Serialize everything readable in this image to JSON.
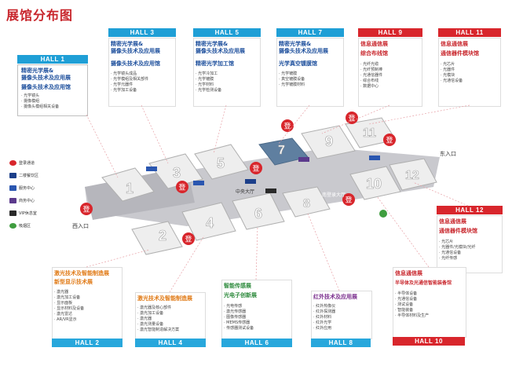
{
  "title": "展馆分布图",
  "halls": {
    "h1": {
      "tab": "HALL 1",
      "heading1": "精密光学展&",
      "heading2": "摄像头技术及应用展",
      "heading3": "摄像头技术及应用馆",
      "items": [
        "· 光学镜头",
        "· 摄像模组",
        "· 摄像头模组相关设备"
      ]
    },
    "h3": {
      "tab": "HALL 3",
      "heading1": "精密光学展&",
      "heading2": "摄像头技术及应用展",
      "heading3": "摄像头技术及应用馆",
      "items": [
        "· 光学镜头成品",
        "· 光学模组及相关部件",
        "· 光学元器件",
        "· 光学加工设备"
      ]
    },
    "h5": {
      "tab": "HALL 5",
      "heading1": "精密光学展&",
      "heading2": "摄像头技术及应用展",
      "heading3": "精密光学加工馆",
      "items": [
        "· 光学冷加工",
        "· 光学镀膜",
        "· 光学材料",
        "· 光学检测设备"
      ]
    },
    "h7": {
      "tab": "HALL 7",
      "heading1": "精密光学展&",
      "heading2": "摄像头技术及应用展",
      "heading3": "光学真空镀膜馆",
      "items": [
        "· 光学镀膜",
        "· 真空镀膜设备",
        "· 光学镀膜材料"
      ]
    },
    "h9": {
      "tab": "HALL 9",
      "heading1": "信息通信展",
      "heading2": "综合布线馆",
      "items": [
        "· 光纤光缆",
        "· 光纤预制棒",
        "· 光通信器件",
        "· 综合布线",
        "· 数据中心"
      ]
    },
    "h11": {
      "tab": "HALL 11",
      "heading1": "信息通信展",
      "heading2": "通信器件模块馆",
      "items": [
        "· 光芯片",
        "· 光器件",
        "· 光模块",
        "· 光通信设备"
      ]
    },
    "h12": {
      "tab": "HALL 12",
      "heading1": "信息通信展",
      "heading2": "通信器件模块馆",
      "items": [
        "· 光芯片",
        "· 光器件/光模块/光纤",
        "· 光通信设备",
        "· 光纤传感"
      ]
    },
    "h2": {
      "tab": "HALL 2",
      "heading1": "激光技术及智能制造展",
      "heading2": "新型显示技术展",
      "items": [
        "· 激光器",
        "· 激光加工设备",
        "· 显示面板",
        "· 显示材料及设备",
        "· 激光雷达",
        "· AR/VR显示"
      ]
    },
    "h4": {
      "tab": "HALL 4",
      "heading1": "激光技术及智能制造展",
      "items": [
        "· 激光器及核心部件",
        "· 激光加工设备",
        "· 激光器",
        "· 激光测量设备",
        "· 激光智能制造解决方案"
      ]
    },
    "h6": {
      "tab": "HALL 6",
      "heading1": "智能传感展",
      "heading2": "光电子创新展",
      "items": [
        "· 光电传感",
        "· 激光传感器",
        "· 图像传感器",
        "· MEMS传感器",
        "· 传感器测试设备"
      ]
    },
    "h8": {
      "tab": "HALL 8",
      "heading1": "红外技术及应用展",
      "items": [
        "· 红外热像仪",
        "· 红外探测器",
        "· 红外材料",
        "· 红外光学",
        "· 红外应用"
      ]
    },
    "h10": {
      "tab": "HALL 10",
      "heading1": "信息通信展",
      "heading2": "半导体及光通信智能装备馆",
      "items": [
        "· 半导体设备",
        "· 光通信设备",
        "· 测试设备",
        "· 智能装备",
        "· 半导体材料及生产"
      ]
    }
  },
  "legend": {
    "items": [
      "登录通道",
      "二楼餐饮区",
      "服务中心",
      "商务中心",
      "VIP休息室",
      "吸烟区"
    ]
  },
  "map_labels": {
    "entrance_east": "东入口",
    "entrance_west": "西入口",
    "entrance_south": "南登录大厅",
    "registration": "登",
    "center": "中央大厅"
  },
  "hall_numbers": [
    "1",
    "2",
    "3",
    "4",
    "5",
    "6",
    "7",
    "8",
    "9",
    "10",
    "11",
    "12"
  ],
  "colors": {
    "blue": "#1f9fd6",
    "red": "#d8262c",
    "title": "#c8262c"
  }
}
